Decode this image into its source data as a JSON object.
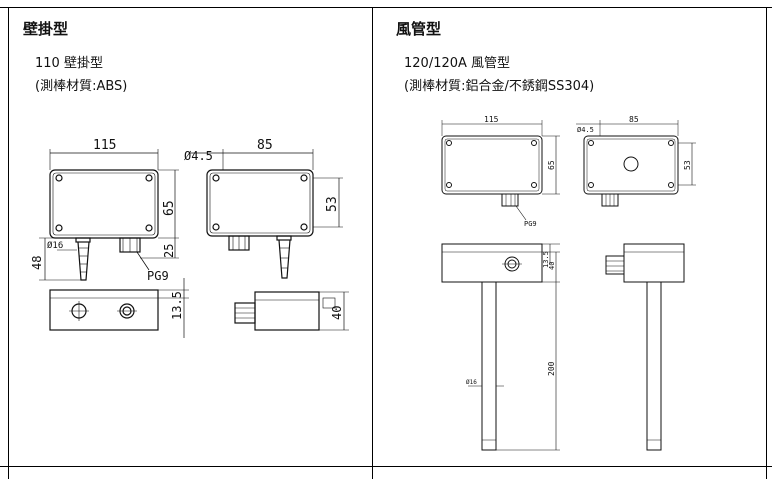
{
  "left_panel": {
    "title": "壁掛型",
    "model": "110 壁掛型",
    "material": "(測棒材質:ABS)",
    "dims": {
      "width": "115",
      "width2": "85",
      "hole": "Ø4.5",
      "height_front": "65",
      "height_side": "53",
      "depth_top": "13.5",
      "depth_side": "40",
      "probe_len": "48",
      "probe_dia": "Ø16",
      "gland_len": "25",
      "gland": "PG9"
    }
  },
  "right_panel": {
    "title": "風管型",
    "model": "120/120A 風管型",
    "material": "(測棒材質:鋁合金/不銹鋼SS304)",
    "dims": {
      "width": "115",
      "width2": "85",
      "hole": "Ø4.5",
      "height_front": "65",
      "height_side": "53",
      "depth_a": "13.5",
      "depth_b": "40",
      "probe_len": "200",
      "probe_dia": "Ø16",
      "gland": "PG9"
    }
  }
}
